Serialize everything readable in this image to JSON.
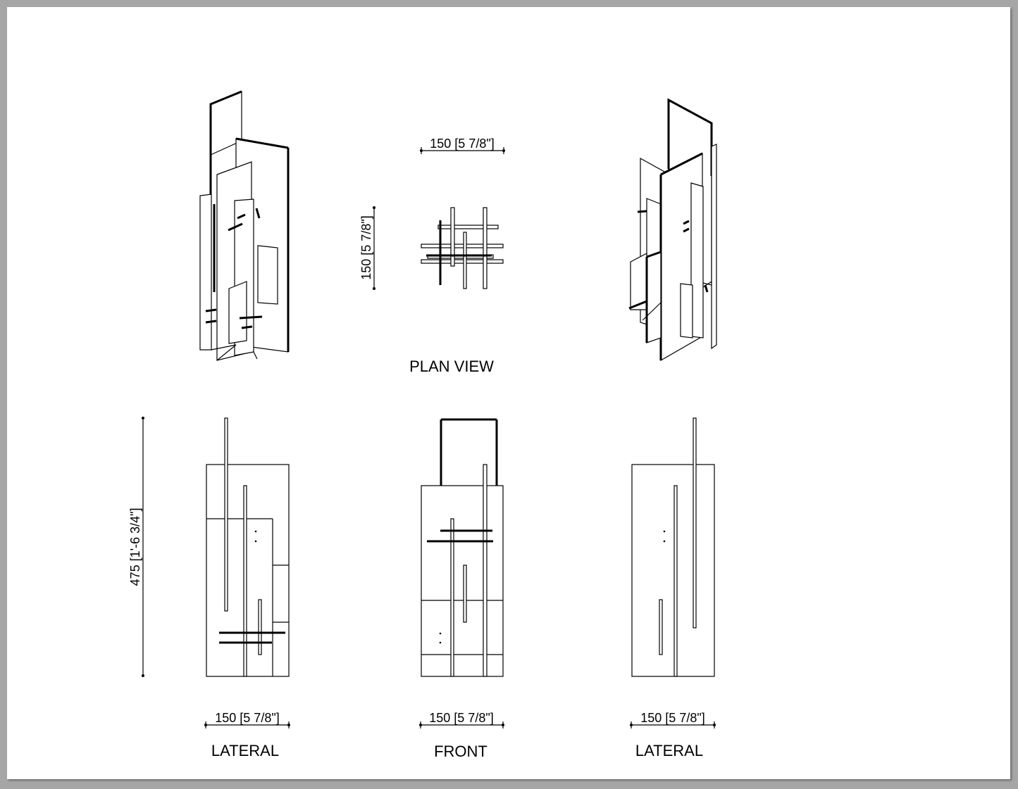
{
  "plan": {
    "width_label": "150 [5 7/8\"]",
    "depth_label": "150 [5 7/8\"]",
    "title": "PLAN VIEW"
  },
  "height_label": "475 [1'-6 3/4\"]",
  "lateral_left": {
    "width_label": "150 [5 7/8\"]",
    "title": "LATERAL"
  },
  "front": {
    "width_label": "150 [5 7/8\"]",
    "title": "FRONT"
  },
  "lateral_right": {
    "width_label": "150 [5 7/8\"]",
    "title": "LATERAL"
  }
}
